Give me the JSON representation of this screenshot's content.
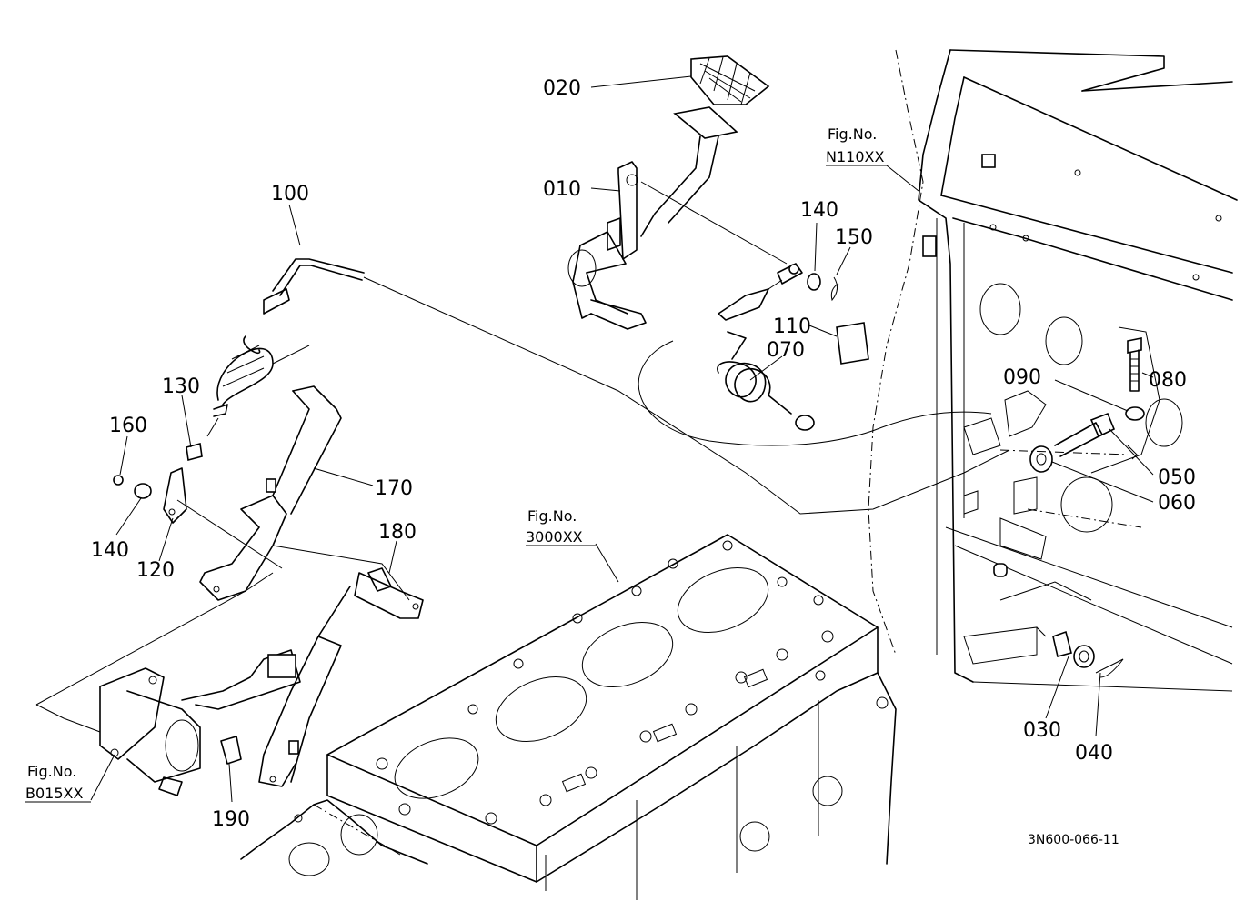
{
  "part_labels": [
    {
      "id": "p020",
      "text": "020"
    },
    {
      "id": "p010",
      "text": "010"
    },
    {
      "id": "p100",
      "text": "100"
    },
    {
      "id": "p140a",
      "text": "140"
    },
    {
      "id": "p150",
      "text": "150"
    },
    {
      "id": "p110",
      "text": "110"
    },
    {
      "id": "p070",
      "text": "070"
    },
    {
      "id": "p090",
      "text": "090"
    },
    {
      "id": "p080",
      "text": "080"
    },
    {
      "id": "p050",
      "text": "050"
    },
    {
      "id": "p060",
      "text": "060"
    },
    {
      "id": "p130",
      "text": "130"
    },
    {
      "id": "p160",
      "text": "160"
    },
    {
      "id": "p140b",
      "text": "140"
    },
    {
      "id": "p120",
      "text": "120"
    },
    {
      "id": "p170",
      "text": "170"
    },
    {
      "id": "p180",
      "text": "180"
    },
    {
      "id": "p190",
      "text": "190"
    },
    {
      "id": "p030",
      "text": "030"
    },
    {
      "id": "p040",
      "text": "040"
    }
  ],
  "figure_refs": {
    "n110": {
      "line1": "Fig.No.",
      "line2": "N110XX"
    },
    "f3000": {
      "line1": "Fig.No.",
      "line2": "3000XX"
    },
    "b015": {
      "line1": "Fig.No.",
      "line2": "B015XX"
    }
  },
  "drawing_code": "3N600-066-11"
}
